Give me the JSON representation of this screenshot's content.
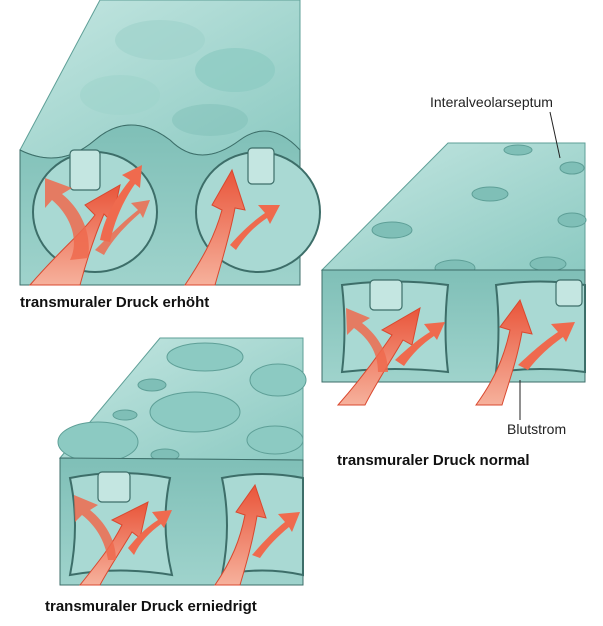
{
  "captions": {
    "elevated": "transmuraler Druck erhöht",
    "reduced": "transmuraler Druck erniedrigt",
    "normal": "transmuraler Druck normal"
  },
  "labels": {
    "septum": "Interalveolarseptum",
    "bloodflow": "Blutstrom"
  },
  "colors": {
    "tissue_light": "#a9d9d3",
    "tissue_mid": "#8ccac2",
    "tissue_dark": "#5e9f97",
    "outline": "#3d6e69",
    "arrow": "#ef6a4e",
    "arrow_light": "#f6b19c"
  }
}
